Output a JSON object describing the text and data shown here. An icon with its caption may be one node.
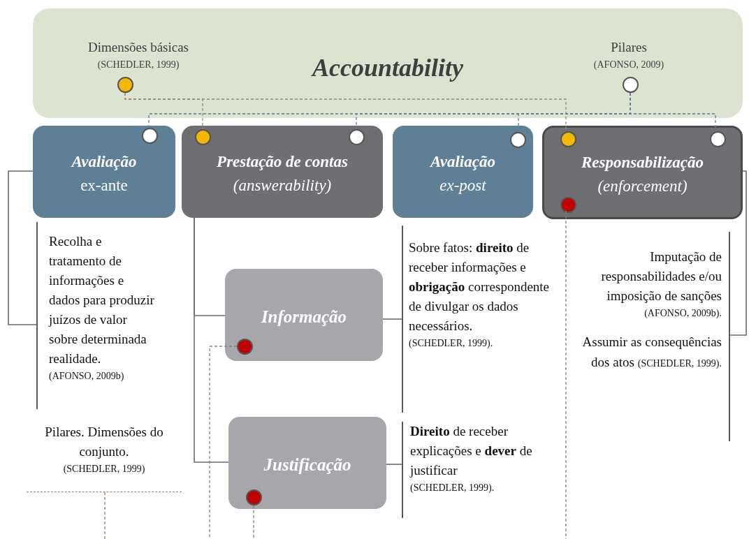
{
  "diagram": {
    "nodes": [
      {
        "text": [
          "Accountability"
        ]
      },
      {
        "text": [],
        "shape": "circle",
        "in": 0,
        "beside": [
          "Dimensões básicas",
          "(SCHEDLER, 1999)"
        ]
      },
      {
        "text": [],
        "shape": "circle",
        "in": 0,
        "beside": [
          "Pilares",
          "(AFONSO, 2009)"
        ]
      },
      {
        "text": [
          "Avaliação",
          "ex-ante"
        ]
      },
      {
        "text": [],
        "shape": "circle",
        "in": 3
      },
      {
        "text": [
          "Prestação de contas",
          "(answerability)"
        ]
      },
      {
        "text": [],
        "shape": "circle",
        "in": 5
      },
      {
        "text": [],
        "shape": "circle",
        "in": 5
      },
      {
        "text": [
          "Avaliação",
          "ex-post"
        ]
      },
      {
        "text": [],
        "shape": "circle",
        "in": 8
      },
      {
        "text": [
          "Responsabilização",
          "(enforcement)"
        ]
      },
      {
        "text": [],
        "shape": "circle",
        "in": 10
      },
      {
        "text": [],
        "shape": "circle",
        "in": 10
      },
      {
        "text": [],
        "shape": "circle",
        "in": 10
      },
      {
        "text": [
          "Recolha e tratamento de informações e dados para produzir juízos de valor sobre determinada realidade.",
          "(AFONSO, 2009b)"
        ]
      },
      {
        "text": [
          "Informação"
        ]
      },
      {
        "text": [],
        "shape": "circle",
        "in": 15
      },
      {
        "text": [
          "Justificação"
        ]
      },
      {
        "text": [],
        "shape": "circle",
        "in": 17
      },
      {
        "text": [
          "Sobre fatos: **direito** de receber informações e **obrigação** correspondente de divulgar os dados necessários.",
          "(SCHEDLER, 1999)."
        ]
      },
      {
        "text": [
          "**Direito** de receber explicações e **dever** de justificar",
          "(SCHEDLER, 1999)."
        ]
      },
      {
        "text": [
          "Imputação de responsabilidades e/ou imposição de sanções",
          "(AFONSO, 2009b).",
          "Assumir as consequências dos atos",
          "(SCHEDLER, 1999)."
        ]
      },
      {
        "text": [
          "Pilares. Dimensões do conjunto.",
          "(SCHEDLER, 1999)"
        ]
      }
    ],
    "edges": [
      {
        "from": 1,
        "to": 6,
        "arrow": "none",
        "style": "dashed",
        "color": "#9a8a7a"
      },
      {
        "from": 1,
        "to": 11,
        "arrow": "none",
        "style": "dashed",
        "color": "#9a8a7a"
      },
      {
        "from": 2,
        "to": 4,
        "arrow": "none",
        "style": "dashed",
        "color": "#5f7f96"
      },
      {
        "from": 2,
        "to": 7,
        "arrow": "none",
        "style": "dashed",
        "color": "#5f7f96"
      },
      {
        "from": 2,
        "to": 9,
        "arrow": "none",
        "style": "dashed",
        "color": "#5f7f96"
      },
      {
        "from": 2,
        "to": 12,
        "arrow": "none",
        "style": "dashed",
        "color": "#5f7f96"
      },
      {
        "from": 5,
        "to": 15,
        "arrow": "none"
      },
      {
        "from": 5,
        "to": 17,
        "arrow": "none"
      },
      {
        "from": 3,
        "to": 14,
        "arrow": "none"
      },
      {
        "from": 15,
        "to": 19,
        "arrow": "none"
      },
      {
        "from": 17,
        "to": 20,
        "arrow": "none"
      },
      {
        "from": 10,
        "to": 21,
        "arrow": "none"
      },
      {
        "from": 16,
        "to": null,
        "arrow": "none",
        "style": "dashed",
        "color": "#9a7a60"
      },
      {
        "from": 18,
        "to": null,
        "arrow": "none",
        "style": "dashed",
        "color": "#9a7a60"
      },
      {
        "from": 13,
        "to": null,
        "arrow": "none",
        "style": "dashed",
        "color": "#9a7a60"
      },
      {
        "from": 22,
        "to": null,
        "arrow": "none",
        "style": "dashed",
        "color": "#9a7a60"
      }
    ]
  }
}
